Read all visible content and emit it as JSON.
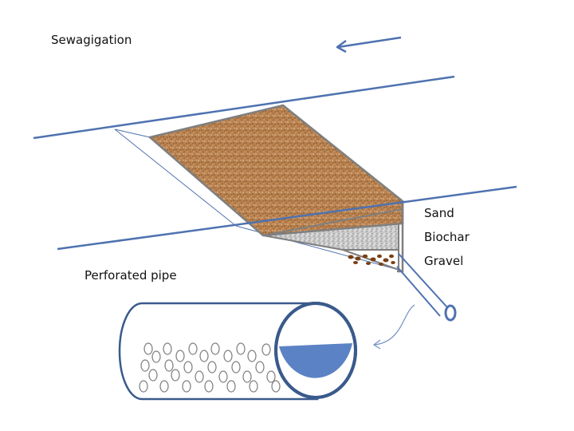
{
  "title": "Sewagigation",
  "pipe_label": "Perforated pipe",
  "layers": [
    {
      "label": "Sand",
      "color": "#b8814f"
    },
    {
      "label": "Biochar",
      "color": "#c9c9c9"
    },
    {
      "label": "Gravel",
      "color": "#7a3f14"
    }
  ],
  "colors": {
    "line": "#4f72b0",
    "outline": "#7f7f7f",
    "pipe_outline": "#3a5a8c",
    "water": "#5b82c4"
  },
  "icons": {
    "flow": "arrow-left-icon",
    "pointer": "curved-arrow-icon"
  }
}
